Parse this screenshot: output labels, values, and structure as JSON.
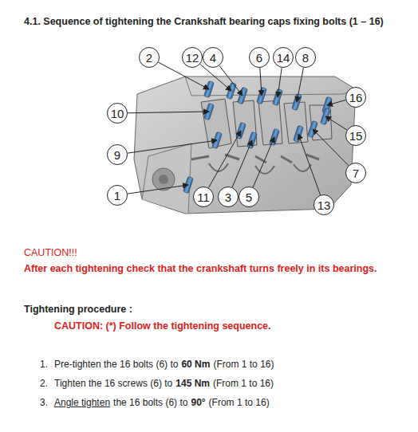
{
  "diagram": {
    "title": "4.1. Sequence of tightening the Crankshaft bearing caps fixing bolts (1 – 16)",
    "nodes": [
      {
        "text": [
          "2"
        ]
      },
      {
        "text": [
          "12"
        ]
      },
      {
        "text": [
          "4"
        ]
      },
      {
        "text": [
          "6"
        ]
      },
      {
        "text": [
          "14"
        ]
      },
      {
        "text": [
          "8"
        ]
      },
      {
        "text": [
          "10"
        ]
      },
      {
        "text": [
          "16"
        ]
      },
      {
        "text": [
          "15"
        ]
      },
      {
        "text": [
          "9"
        ]
      },
      {
        "text": [
          "7"
        ]
      },
      {
        "text": [
          "1"
        ]
      },
      {
        "text": [
          "11"
        ]
      },
      {
        "text": [
          "3"
        ]
      },
      {
        "text": [
          "5"
        ]
      },
      {
        "text": [
          "13"
        ]
      }
    ],
    "labels": [
      "CAUTION!!!",
      "After each tightening check that the crankshaft turns freely in its bearings.",
      "Tightening procedure :",
      "CAUTION: (*) Follow the tightening sequence.",
      "1.",
      "Pre-tighten the 16 bolts (6) to",
      "60 Nm",
      "(From 1 to 16)",
      "2.",
      "Tighten the 16 screws (6) to",
      "145 Nm",
      "(From 1 to 16)",
      "3.",
      "Angle tighten",
      "the 16 bolts (6) to",
      "90°",
      "(From 1 to 16)"
    ]
  }
}
